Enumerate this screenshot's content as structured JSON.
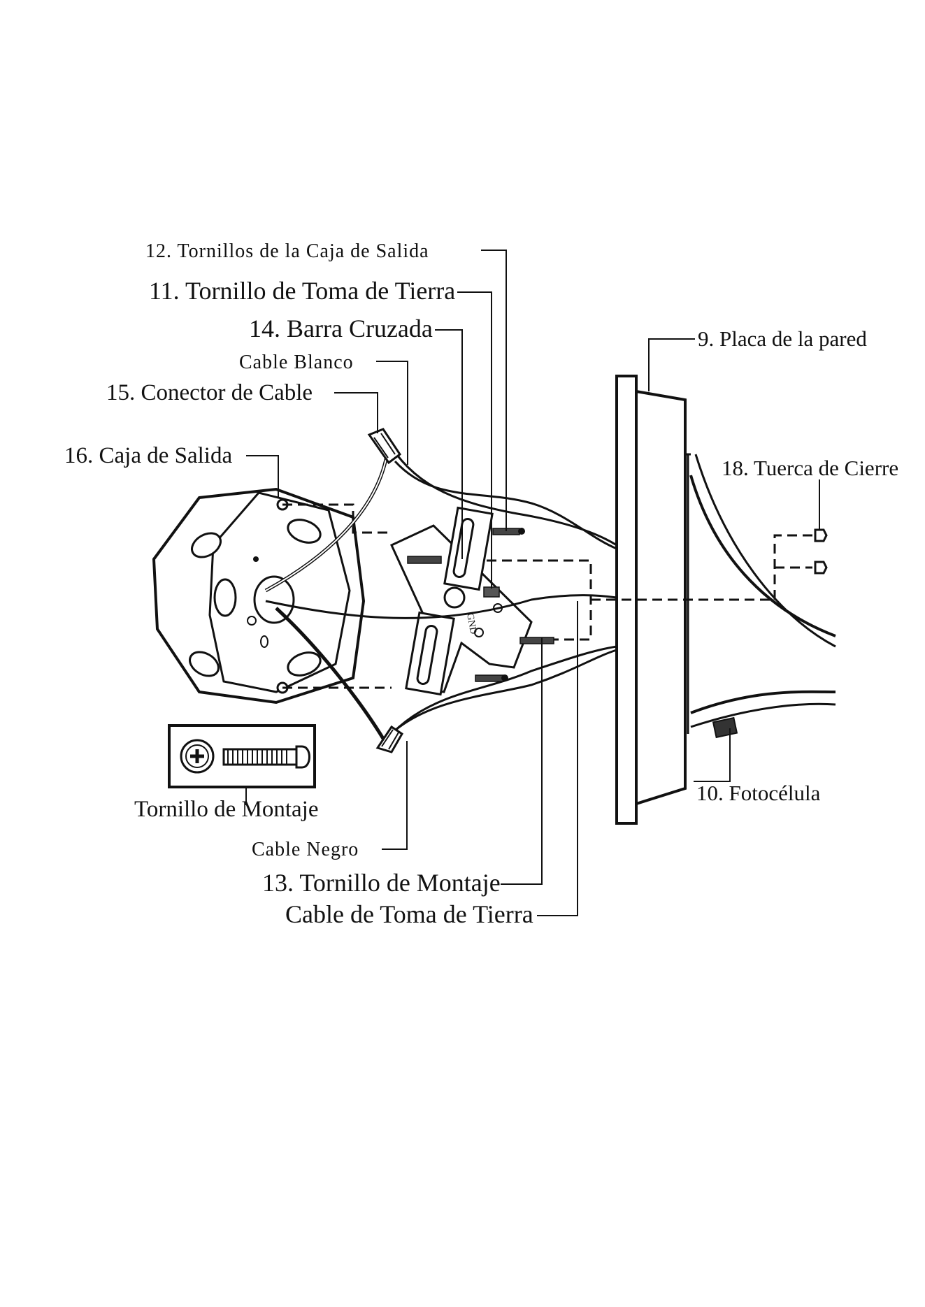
{
  "labels": {
    "tornillos_caja": "12. Tornillos de la Caja de Salida",
    "tornillo_tierra": "11. Tornillo de Toma de Tierra",
    "barra_cruzada": "14. Barra Cruzada",
    "cable_blanco": "Cable Blanco",
    "conector_cable": "15. Conector de Cable",
    "caja_salida": "16. Caja de Salida",
    "placa_pared": "9. Placa de la pared",
    "tuerca_cierre": "18. Tuerca de Cierre",
    "fotocelula": "10. Fotocélula",
    "tornillo_montaje_box": "Tornillo de Montaje",
    "cable_negro": "Cable Negro",
    "tornillo_montaje_13": "13. Tornillo de Montaje",
    "cable_toma_tierra": "Cable de Toma de Tierra",
    "gnd_mark": "GND"
  }
}
